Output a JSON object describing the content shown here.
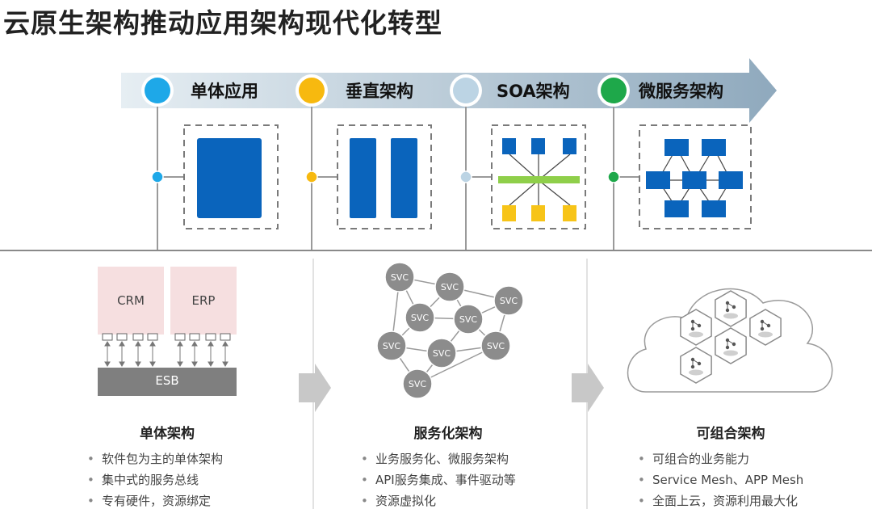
{
  "title": "云原生架构推动应用架构现代化转型",
  "colors": {
    "monolith": "#1ea8e8",
    "vertical": "#f7b90f",
    "soa": "#bcd4e4",
    "microservice": "#1ea84a",
    "block_blue": "#0a64bc",
    "block_yellow": "#f7c418",
    "bus_green": "#8fcf4a",
    "svc_grey": "#8c8c8c",
    "app_pink": "#f6dfe0",
    "esb_grey": "#7f7f7f"
  },
  "stages": [
    {
      "label": "单体应用",
      "color_key": "monolith"
    },
    {
      "label": "垂直架构",
      "color_key": "vertical"
    },
    {
      "label": "SOA架构",
      "color_key": "soa"
    },
    {
      "label": "微服务架构",
      "color_key": "microservice"
    }
  ],
  "sections": [
    {
      "title": "单体架构",
      "bullets": [
        "软件包为主的单体架构",
        "集中式的服务总线",
        "专有硬件，资源绑定"
      ],
      "apps": [
        "CRM",
        "ERP"
      ],
      "bus": "ESB"
    },
    {
      "title": "服务化架构",
      "bullets": [
        "业务服务化、微服务架构",
        "API服务集成、事件驱动等",
        "资源虚拟化"
      ],
      "svc_label": "SVC"
    },
    {
      "title": "可组合架构",
      "bullets": [
        "可组合的业务能力",
        "Service Mesh、APP Mesh",
        "全面上云，资源利用最大化"
      ]
    }
  ]
}
